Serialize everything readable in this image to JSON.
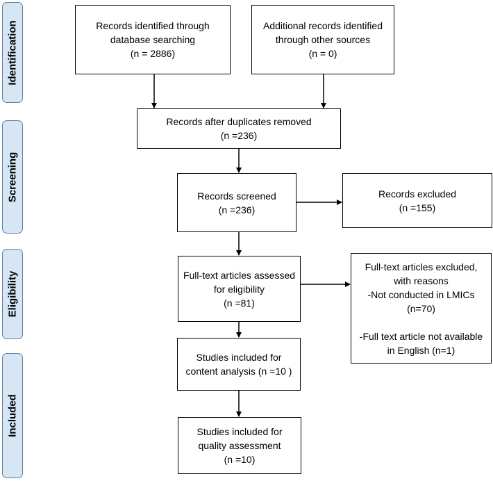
{
  "stages": {
    "identification": "Identification",
    "screening": "Screening",
    "eligibility": "Eligibility",
    "included": "Included"
  },
  "boxes": {
    "db_search": "Records identified through\ndatabase searching\n(n = 2886)",
    "other_sources": "Additional records identified\nthrough other sources\n(n = 0)",
    "duplicates_removed": "Records after duplicates removed\n(n =236)",
    "screened": "Records screened\n(n =236)",
    "excluded": "Records excluded\n(n =155)",
    "fulltext_assessed": "Full-text articles assessed\nfor eligibility\n(n =81)",
    "fulltext_excluded": "Full-text articles excluded,\nwith reasons\n-Not conducted in LMICs\n(n=70)\n\n-Full text article not available\nin English (n=1)",
    "content_analysis": "Studies included for\ncontent analysis (n =10 )",
    "quality_assessment": "Studies included for\nquality assessment\n(n =10)"
  }
}
